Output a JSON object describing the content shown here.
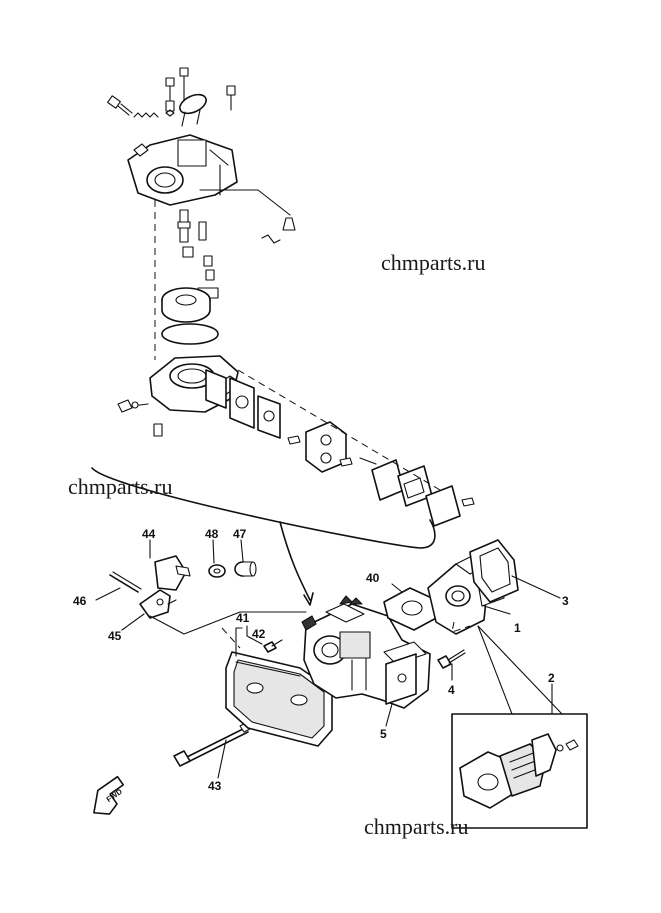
{
  "watermarks": {
    "top": "chmparts.ru",
    "middle": "chmparts.ru",
    "bottom": "chmparts.ru"
  },
  "callouts": {
    "p1": "1",
    "p2": "2",
    "p3": "3",
    "p4": "4",
    "p5": "5",
    "p40": "40",
    "p41": "41",
    "p42": "42",
    "p43": "43",
    "p44": "44",
    "p45": "45",
    "p46": "46",
    "p47": "47",
    "p48": "48"
  },
  "direction_badge": "FWD"
}
